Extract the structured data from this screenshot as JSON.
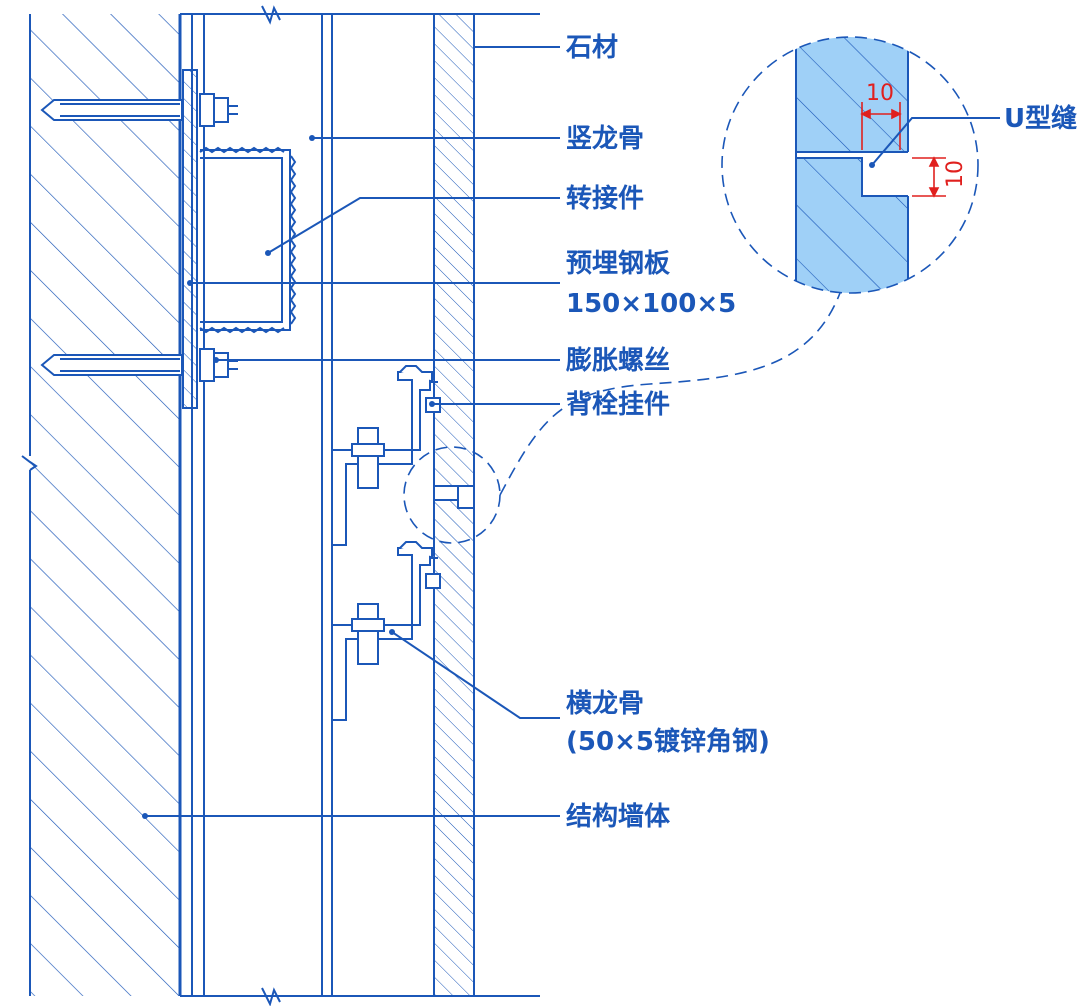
{
  "colors": {
    "line": "#1b57b8",
    "dimension": "#e0201e",
    "stone_detail_fill": "#9fd0f7"
  },
  "labels": {
    "stone": "石材",
    "vertical_keel": "竖龙骨",
    "adapter": "转接件",
    "embedded_plate": "预埋钢板",
    "embedded_plate_size": "150×100×5",
    "expansion_bolt": "膨胀螺丝",
    "back_bolt_hanger": "背栓挂件",
    "horizontal_keel": "横龙骨",
    "horizontal_keel_spec": "(50×5镀锌角钢)",
    "structural_wall": "结构墙体",
    "u_joint": "U型缝"
  },
  "dimensions": {
    "joint_width": "10",
    "joint_depth": "10"
  },
  "icons": [
    "hatch-pattern",
    "break-line",
    "bolt",
    "nut",
    "angle-steel",
    "detail-circle"
  ]
}
